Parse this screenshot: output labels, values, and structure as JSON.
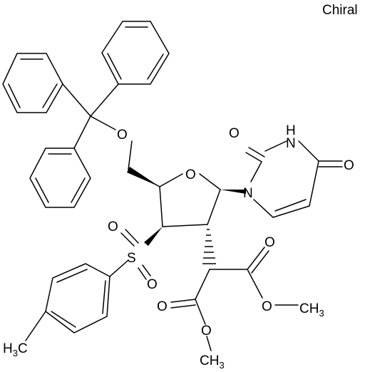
{
  "structure": {
    "chiral_flag": "Chiral",
    "atom_labels": {
      "ring_oxygen": "O",
      "ether_oxygen": "O",
      "uracil_n1": "N",
      "uracil_n3": "N",
      "uracil_h": "H",
      "uracil_c2_oxygen": "O",
      "uracil_c4_oxygen": "O",
      "sulfur": "S",
      "sulfonyl_oxygen_top": "O",
      "sulfonyl_oxygen_bottom": "O",
      "ester1_carbonyl_oxygen": "O",
      "ester1_alkoxy_oxygen": "O",
      "ester2_carbonyl_oxygen": "O",
      "ester2_alkoxy_oxygen": "O",
      "methyl1_base": "CH",
      "methyl1_sub": "3",
      "methyl2_base": "CH",
      "methyl2_sub": "3",
      "tolyl_methyl_base": "H",
      "tolyl_methyl_sub": "3",
      "tolyl_methyl_tail": "C"
    }
  }
}
